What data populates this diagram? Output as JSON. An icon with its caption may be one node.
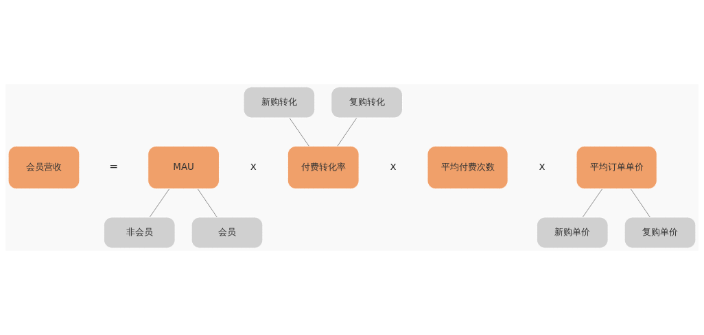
{
  "diagram": {
    "nodes": [
      {
        "text": [
          "会员营收"
        ]
      },
      {
        "text": [
          "MAU"
        ]
      },
      {
        "text": [
          "付费转化率"
        ]
      },
      {
        "text": [
          "平均付费次数"
        ]
      },
      {
        "text": [
          "平均订单单价"
        ]
      },
      {
        "text": [
          "新购转化"
        ]
      },
      {
        "text": [
          "复购转化"
        ]
      },
      {
        "text": [
          "非会员"
        ]
      },
      {
        "text": [
          "会员"
        ]
      },
      {
        "text": [
          "新购单价"
        ]
      },
      {
        "text": [
          "复购单价"
        ]
      }
    ],
    "edges": [
      {
        "from": 5,
        "to": 2,
        "arrow": "none"
      },
      {
        "from": 6,
        "to": 2,
        "arrow": "none"
      },
      {
        "from": 1,
        "to": 7,
        "arrow": "none"
      },
      {
        "from": 1,
        "to": 8,
        "arrow": "none"
      },
      {
        "from": 4,
        "to": 9,
        "arrow": "none"
      },
      {
        "from": 4,
        "to": 10,
        "arrow": "none"
      }
    ],
    "labels": [
      "=",
      "x",
      "x",
      "x"
    ]
  }
}
